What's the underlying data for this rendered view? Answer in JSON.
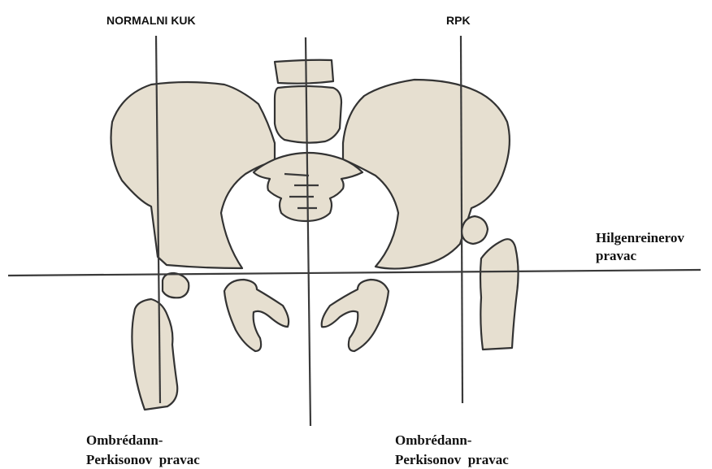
{
  "labels": {
    "normal_hip": "NORMALNI KUK",
    "ddh": "RPK",
    "hilgenreiner_line_1": "Hilgenreinerov",
    "hilgenreiner_line_2": "pravac",
    "perkins_left_1": "Ombrédann-",
    "perkins_left_2": "Perkisonov  pravac",
    "perkins_right_1": "Ombrédann-",
    "perkins_right_2": "Perkisonov  pravac"
  },
  "colors": {
    "bone_fill": "#e6dfd0",
    "outline": "#333333",
    "background": "#ffffff"
  }
}
